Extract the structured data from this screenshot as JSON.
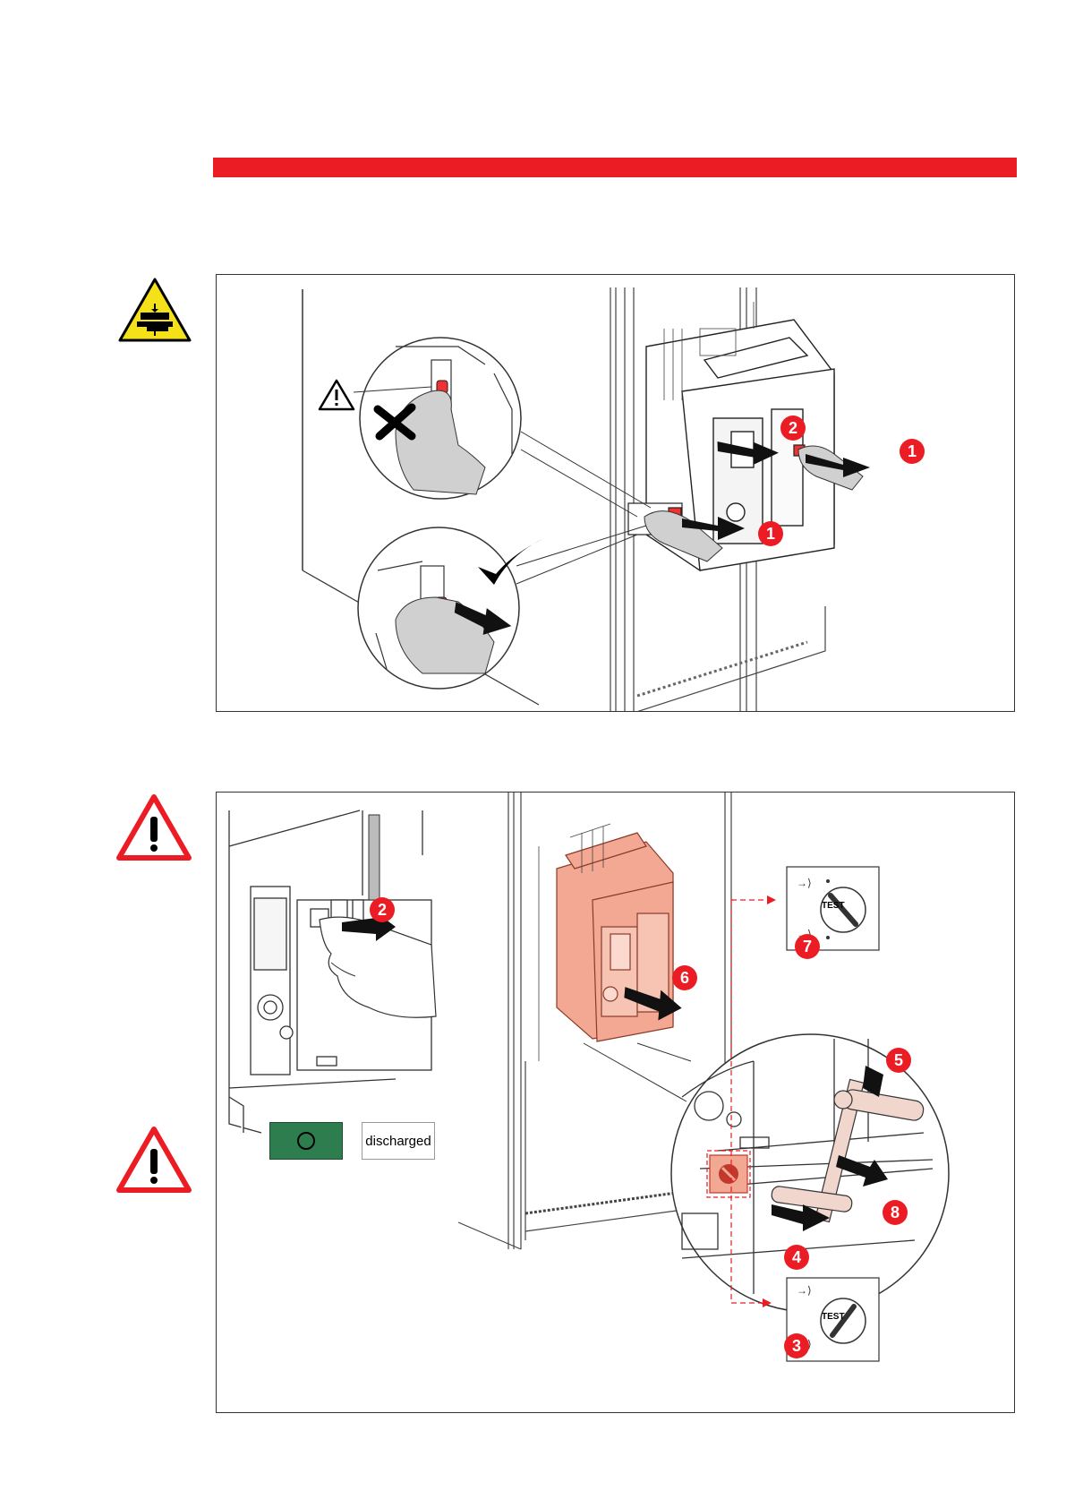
{
  "colors": {
    "accent_red": "#ec1c24",
    "salmon_breaker": "#f2a892",
    "warning_yellow": "#f5e11a",
    "open_indicator_green": "#2e7d4f"
  },
  "icons": {
    "crush_hazard": "hand-crush-warning-icon",
    "general_warning": "exclamation-triangle-icon",
    "small_warning": "caution-triangle-icon",
    "wrong": "cross-mark-icon",
    "right": "check-mark-icon"
  },
  "panel1": {
    "steps": [
      "1",
      "2",
      "1"
    ]
  },
  "panel2": {
    "steps": [
      "2",
      "6",
      "7",
      "5",
      "8",
      "4",
      "3"
    ],
    "open_indicator_symbol": "O",
    "spring_status_label": "discharged",
    "test_label_top": "TEST",
    "test_label_bottom": "TEST"
  }
}
